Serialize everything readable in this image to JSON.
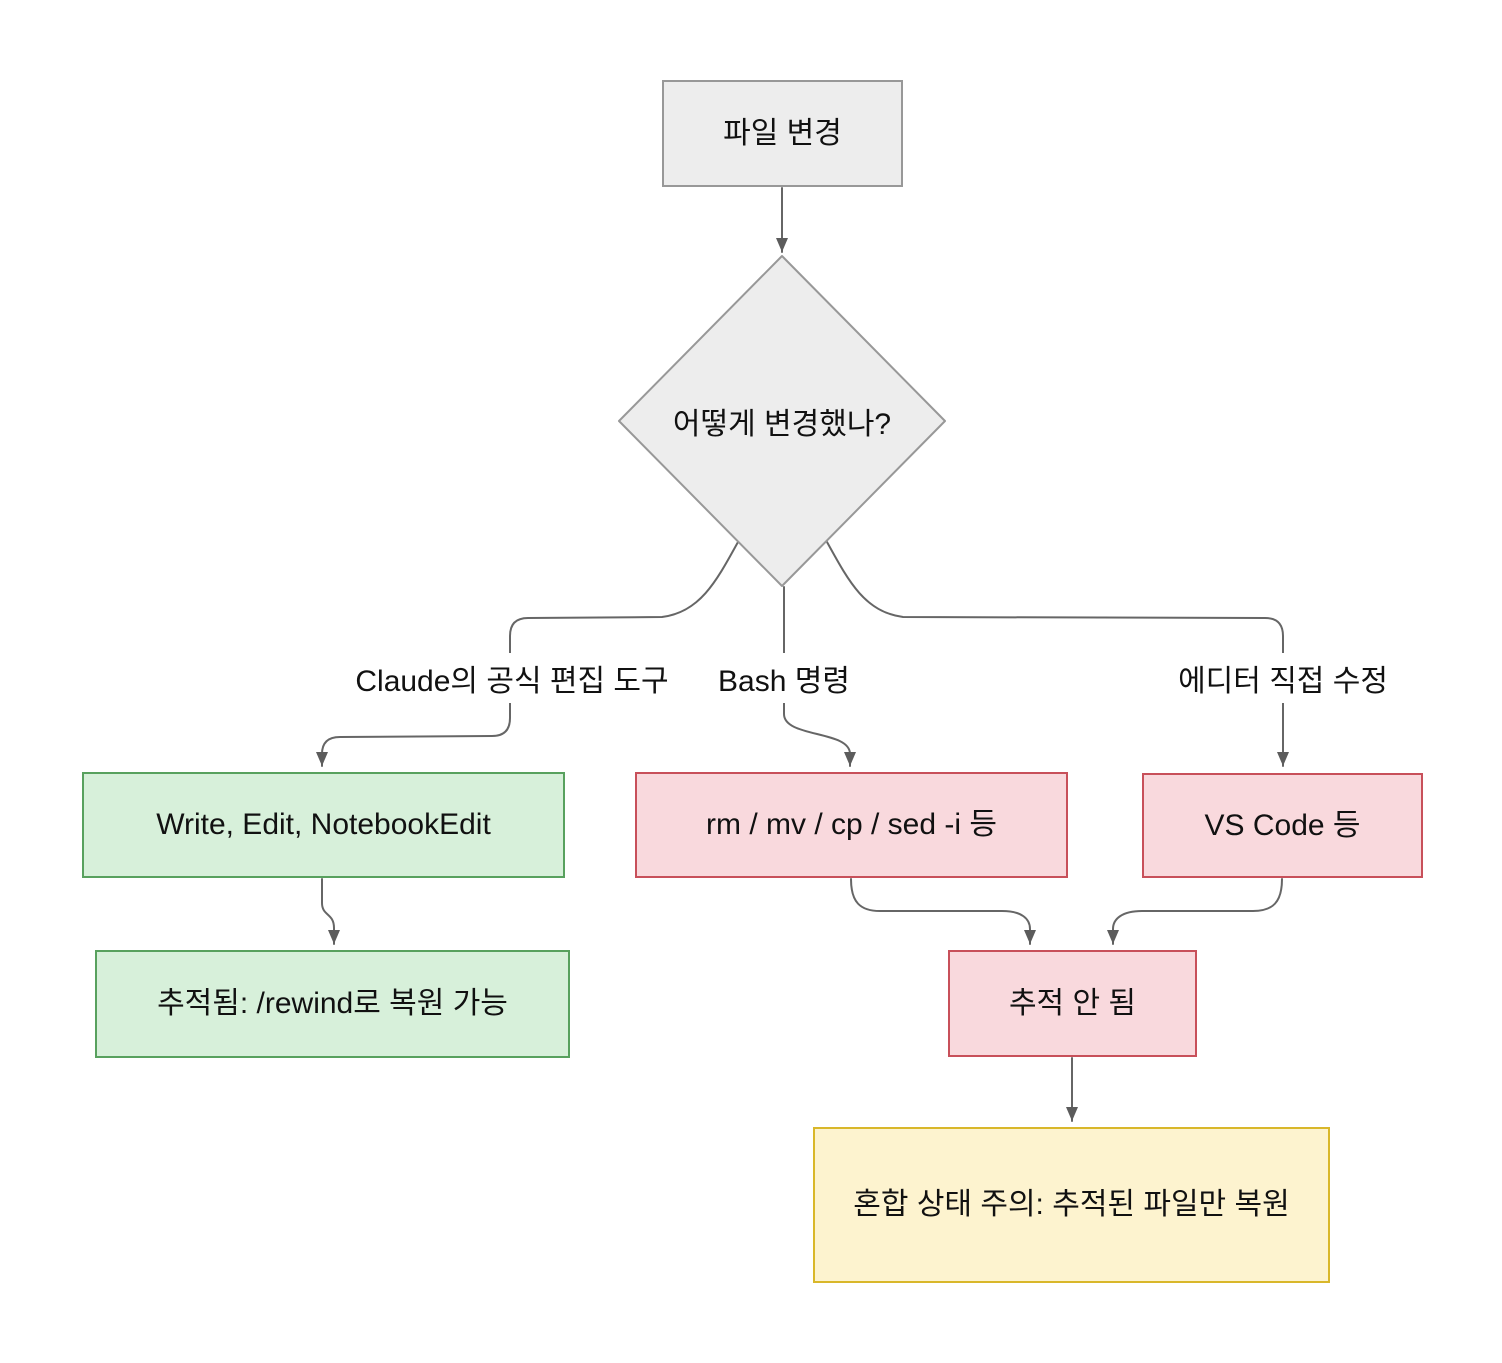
{
  "colors": {
    "canvas_bg": "#ffffff",
    "text": "#111111",
    "edge_line": "#666666",
    "arrowhead": "#5c5c5c",
    "neutral_fill": "#ededed",
    "neutral_border": "#989898",
    "green_fill": "#d7f0da",
    "green_border": "#58a15e",
    "red_fill": "#f9d9dd",
    "red_border": "#c8505a",
    "yellow_fill": "#fdf3cf",
    "yellow_border": "#d9b72a"
  },
  "nodes": {
    "file_change": {
      "label": "파일 변경"
    },
    "decision": {
      "label": "어떻게 변경했나?"
    },
    "official_tools": {
      "label": "Write, Edit, NotebookEdit"
    },
    "bash_commands": {
      "label": "rm / mv / cp / sed -i 등"
    },
    "editor_direct": {
      "label": "VS Code 등"
    },
    "tracked": {
      "label": "추적됨: /rewind로 복원 가능"
    },
    "untracked": {
      "label": "추적 안 됨"
    },
    "mixed_warning": {
      "label": "혼합 상태 주의: 추적된 파일만 복원"
    }
  },
  "edge_labels": {
    "official": "Claude의 공식 편집 도구",
    "bash": "Bash 명령",
    "editor": "에디터 직접 수정"
  },
  "edges": [
    {
      "from": "파일 변경",
      "to": "어떻게 변경했나?",
      "label": ""
    },
    {
      "from": "어떻게 변경했나?",
      "to": "Write, Edit, NotebookEdit",
      "label": "Claude의 공식 편집 도구"
    },
    {
      "from": "어떻게 변경했나?",
      "to": "rm / mv / cp / sed -i 등",
      "label": "Bash 명령"
    },
    {
      "from": "어떻게 변경했나?",
      "to": "VS Code 등",
      "label": "에디터 직접 수정"
    },
    {
      "from": "Write, Edit, NotebookEdit",
      "to": "추적됨: /rewind로 복원 가능",
      "label": ""
    },
    {
      "from": "rm / mv / cp / sed -i 등",
      "to": "추적 안 됨",
      "label": ""
    },
    {
      "from": "VS Code 등",
      "to": "추적 안 됨",
      "label": ""
    },
    {
      "from": "추적 안 됨",
      "to": "혼합 상태 주의: 추적된 파일만 복원",
      "label": ""
    }
  ]
}
